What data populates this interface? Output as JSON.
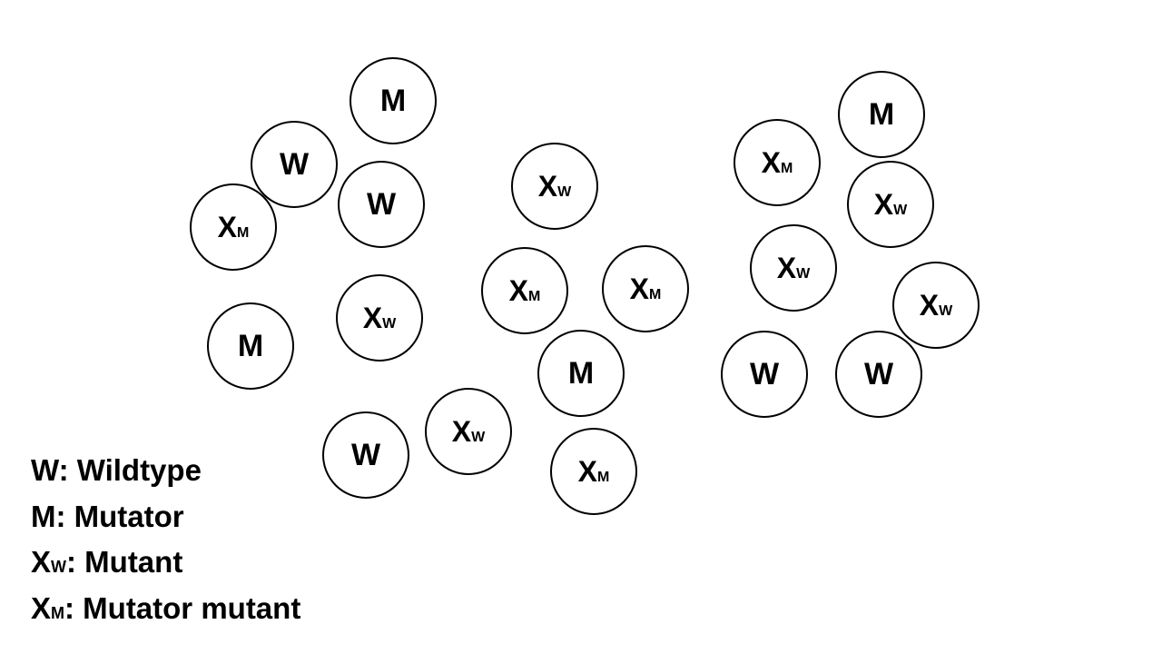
{
  "cells": [
    {
      "type": "M",
      "symbol": "M",
      "subscript": ""
    },
    {
      "type": "W",
      "symbol": "W",
      "subscript": ""
    },
    {
      "type": "W",
      "symbol": "W",
      "subscript": ""
    },
    {
      "type": "XM",
      "symbol": "X",
      "subscript": "M"
    },
    {
      "type": "XW",
      "symbol": "X",
      "subscript": "W"
    },
    {
      "type": "M",
      "symbol": "M",
      "subscript": ""
    },
    {
      "type": "W",
      "symbol": "W",
      "subscript": ""
    },
    {
      "type": "XW",
      "symbol": "X",
      "subscript": "W"
    },
    {
      "type": "XW",
      "symbol": "X",
      "subscript": "W"
    },
    {
      "type": "XM",
      "symbol": "X",
      "subscript": "M"
    },
    {
      "type": "XM",
      "symbol": "X",
      "subscript": "M"
    },
    {
      "type": "M",
      "symbol": "M",
      "subscript": ""
    },
    {
      "type": "XM",
      "symbol": "X",
      "subscript": "M"
    },
    {
      "type": "M",
      "symbol": "M",
      "subscript": ""
    },
    {
      "type": "XM",
      "symbol": "X",
      "subscript": "M"
    },
    {
      "type": "XW",
      "symbol": "X",
      "subscript": "W"
    },
    {
      "type": "XW",
      "symbol": "X",
      "subscript": "W"
    },
    {
      "type": "XW",
      "symbol": "X",
      "subscript": "W"
    },
    {
      "type": "W",
      "symbol": "W",
      "subscript": ""
    },
    {
      "type": "W",
      "symbol": "W",
      "subscript": ""
    }
  ],
  "legend": [
    {
      "symbol": "W",
      "subscript": "",
      "text": ": Wildtype"
    },
    {
      "symbol": "M",
      "subscript": "",
      "text": ": Mutator"
    },
    {
      "symbol": "X",
      "subscript": "W",
      "text": ": Mutant"
    },
    {
      "symbol": "X",
      "subscript": "M",
      "text": ": Mutator mutant"
    }
  ],
  "colors": {
    "background": "#ffffff",
    "stroke": "#000000",
    "text": "#000000"
  }
}
